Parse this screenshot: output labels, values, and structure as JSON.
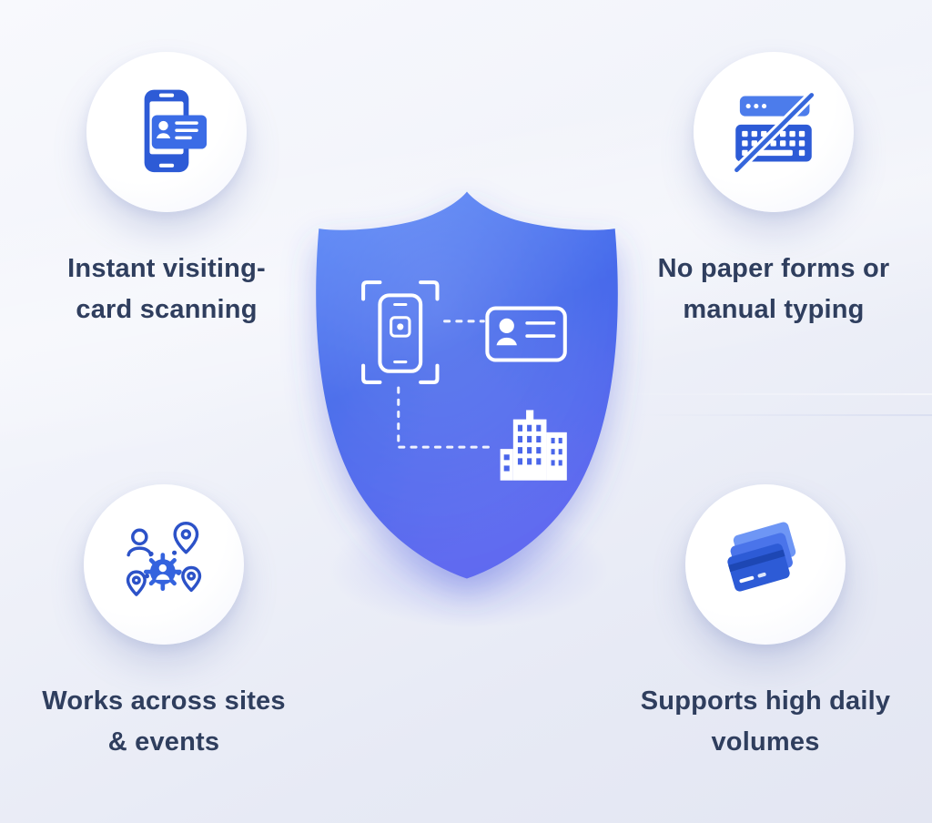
{
  "infographic": {
    "theme": "visitor-check-in benefits",
    "features": [
      {
        "id": "instant-scanning",
        "icon": "phone-card-icon",
        "label_line1": "Instant visiting-",
        "label_line2": "card scanning"
      },
      {
        "id": "no-manual-typing",
        "icon": "keyboard-slash-icon",
        "label_line1": "No paper forms or",
        "label_line2": "manual typing"
      },
      {
        "id": "works-across-sites",
        "icon": "people-locations-icon",
        "label_line1": "Works across sites",
        "label_line2": "& events"
      },
      {
        "id": "high-volumes",
        "icon": "cards-stack-icon",
        "label_line1": "Supports high daily",
        "label_line2": "volumes"
      }
    ],
    "center_icons": [
      "phone-scan-icon",
      "id-card-icon",
      "building-icon"
    ],
    "colors": {
      "background_light": "#f8f9fd",
      "background_dark": "#e3e6f2",
      "shield_top": "#5e8bf7",
      "shield_mid": "#4266ea",
      "shield_bottom": "#5f6af0",
      "icon_blue_dark": "#2d5bd6",
      "icon_blue_mid": "#3b6ce6",
      "icon_blue_light": "#6e96f5",
      "stroke_blue": "#2c52c8",
      "text": "#2f3e5e",
      "white": "#ffffff"
    }
  }
}
